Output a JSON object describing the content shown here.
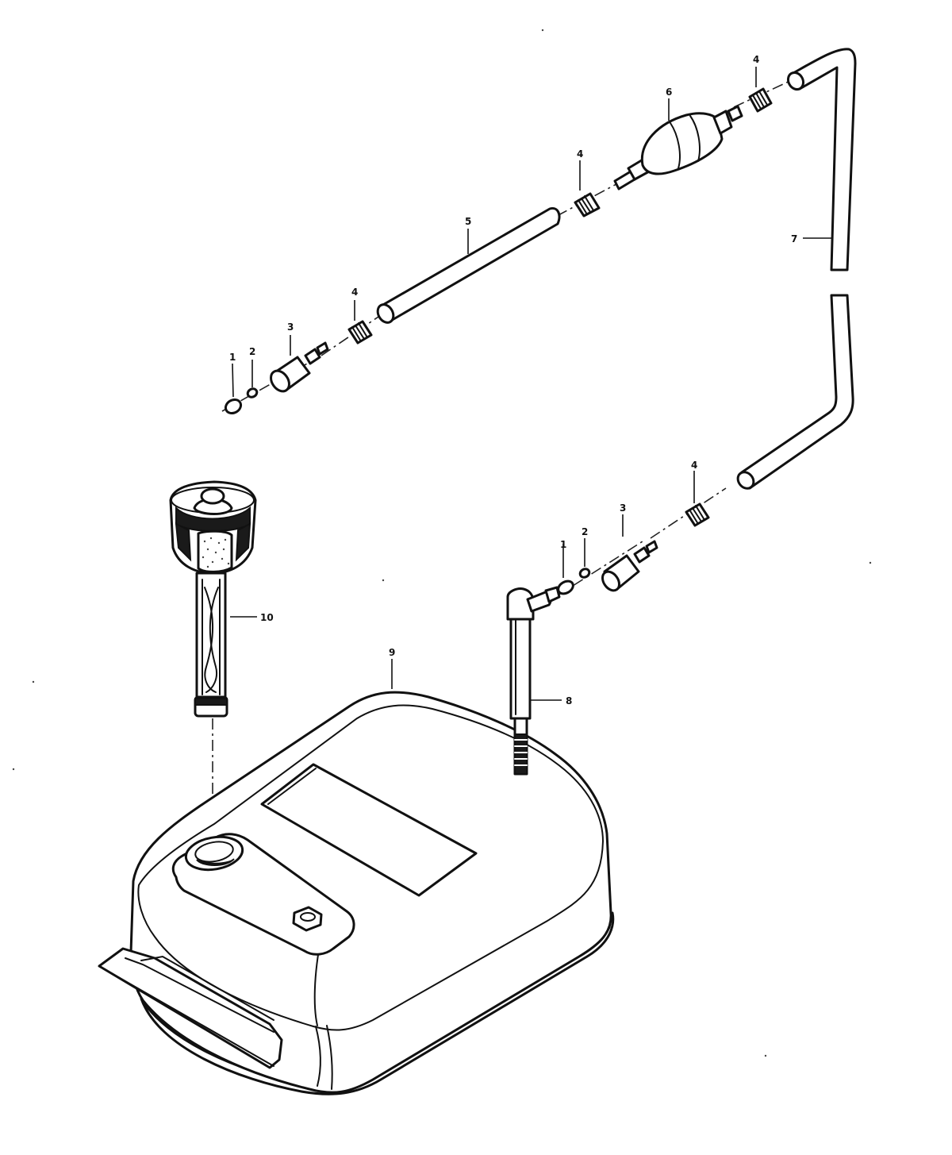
{
  "callouts": {
    "c1a": "1",
    "c2a": "2",
    "c3a": "3",
    "c4a": "4",
    "c5": "5",
    "c4b": "4",
    "c6": "6",
    "c4c": "4",
    "c7": "7",
    "c4d": "4",
    "c3b": "3",
    "c2b": "2",
    "c1b": "1",
    "c8": "8",
    "c9": "9",
    "c10": "10"
  },
  "colors": {
    "ink": "#111111",
    "paper": "#ffffff"
  }
}
